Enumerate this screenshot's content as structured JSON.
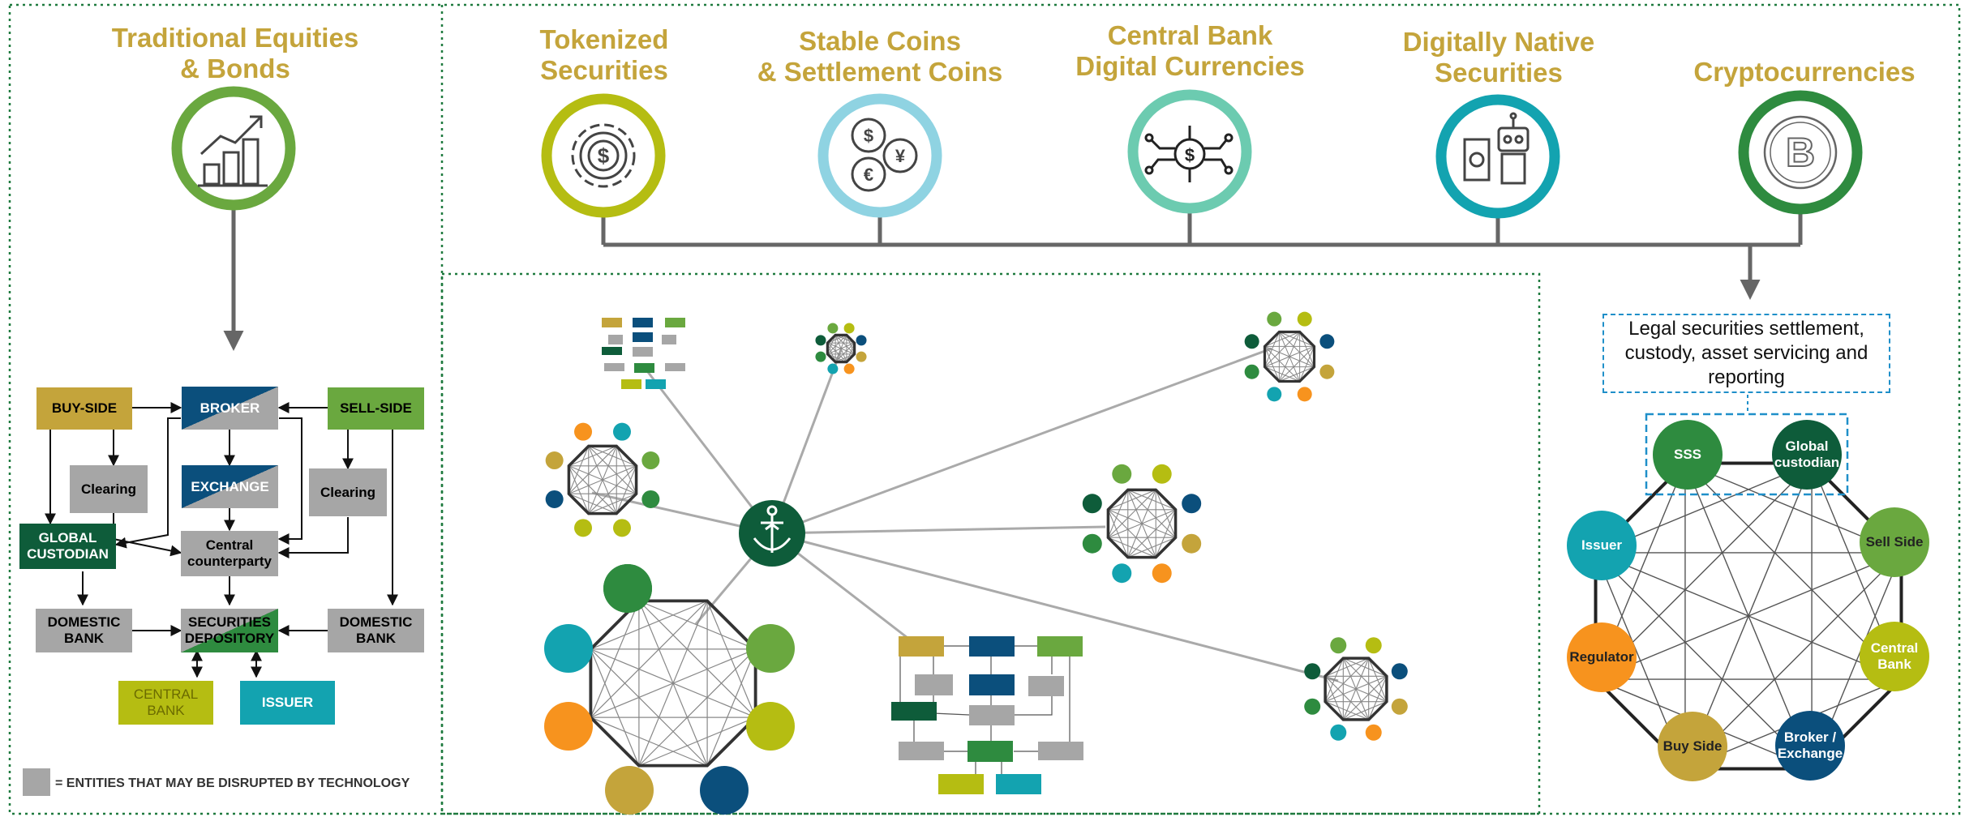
{
  "headings": {
    "traditional": "Traditional Equities\n& Bonds",
    "tokenized": "Tokenized\nSecurities",
    "stable": "Stable Coins\n& Settlement Coins",
    "cbdc": "Central Bank\nDigital Currencies",
    "digital_native": "Digitally Native\nSecurities",
    "crypto": "Cryptocurrencies"
  },
  "icons": {
    "traditional": "growth-chart-icon",
    "tokenized": "gear-dollar-icon",
    "stable": "coins-currency-icon",
    "cbdc": "circuit-dollar-icon",
    "digital_native": "robot-money-icon",
    "crypto": "bitcoin-icon",
    "hub": "anchor-logo-icon"
  },
  "flowchart": {
    "buy_side": "BUY-SIDE",
    "broker": "BROKER",
    "sell_side": "SELL-SIDE",
    "clearing_left": "Clearing",
    "exchange": "EXCHANGE",
    "clearing_right": "Clearing",
    "global_custodian": "GLOBAL\nCUSTODIAN",
    "central_counterparty": "Central\ncounterparty",
    "domestic_bank_left": "DOMESTIC\nBANK",
    "securities_depository": "SECURITIES\nDEPOSITORY",
    "domestic_bank_right": "DOMESTIC\nBANK",
    "central_bank": "CENTRAL\nBANK",
    "issuer": "ISSUER"
  },
  "legend": {
    "text": "= ENTITIES THAT MAY BE DISRUPTED BY TECHNOLOGY"
  },
  "network": {
    "legal_box": "Legal securities settlement,\ncustody, asset servicing and\nreporting",
    "nodes": {
      "sss": "SSS",
      "global_custodian": "Global\ncustodian",
      "sell_side": "Sell Side",
      "central_bank": "Central\nBank",
      "broker_exchange": "Broker /\nExchange",
      "buy_side": "Buy Side",
      "regulator": "Regulator",
      "issuer": "Issuer"
    }
  },
  "colors": {
    "gold": "#c4a43b",
    "green": "#6aa83f",
    "dark_green": "#0e5c3a",
    "mid_green": "#2e8b3f",
    "navy": "#0b4f7c",
    "teal": "#13a3b0",
    "lime": "#b5bd12",
    "orange": "#f7931e",
    "gray": "#a6a6a6",
    "light_blue": "#8fd3e2",
    "mint": "#6ccbb0"
  }
}
